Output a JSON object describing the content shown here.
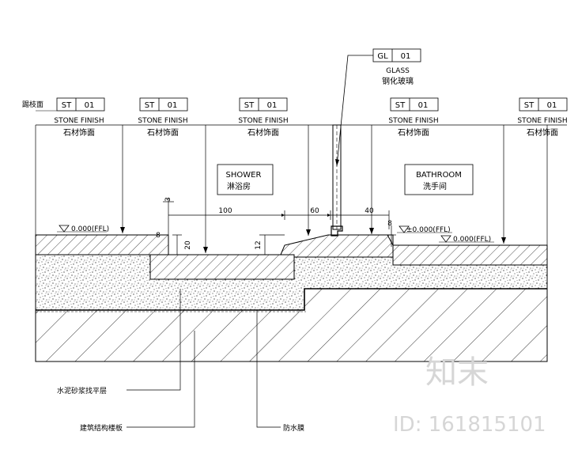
{
  "side_label": "踢枝面",
  "glass_tag": {
    "code": "GL",
    "num": "01",
    "name_en": "GLASS",
    "name_cn": "钢化玻璃"
  },
  "stone_tags": [
    {
      "code": "ST",
      "num": "01",
      "name_en": "STONE FINISH",
      "name_cn": "石材饰面"
    },
    {
      "code": "ST",
      "num": "01",
      "name_en": "STONE FINISH",
      "name_cn": "石材饰面"
    },
    {
      "code": "ST",
      "num": "01",
      "name_en": "STONE FINISH",
      "name_cn": "石材饰面"
    },
    {
      "code": "ST",
      "num": "01",
      "name_en": "STONE FINISH",
      "name_cn": "石材饰面"
    },
    {
      "code": "ST",
      "num": "01",
      "name_en": "STONE FINISH",
      "name_cn": "石材饰面"
    }
  ],
  "rooms": [
    {
      "name_en": "SHOWER",
      "name_cn": "淋浴房"
    },
    {
      "name_en": "BATHROOM",
      "name_cn": "洗手间"
    }
  ],
  "dimensions": [
    "100",
    "60",
    "40",
    "3",
    "20",
    "8",
    "12",
    "8"
  ],
  "levels": [
    "0.000(FFL)",
    "±0.000(FFL)",
    "0.000(FFL)"
  ],
  "callouts": [
    "水泥砂浆找平层",
    "建筑结构楼板",
    "防水膜"
  ],
  "watermark": {
    "logo": "知末",
    "id": "ID: 161815101"
  }
}
